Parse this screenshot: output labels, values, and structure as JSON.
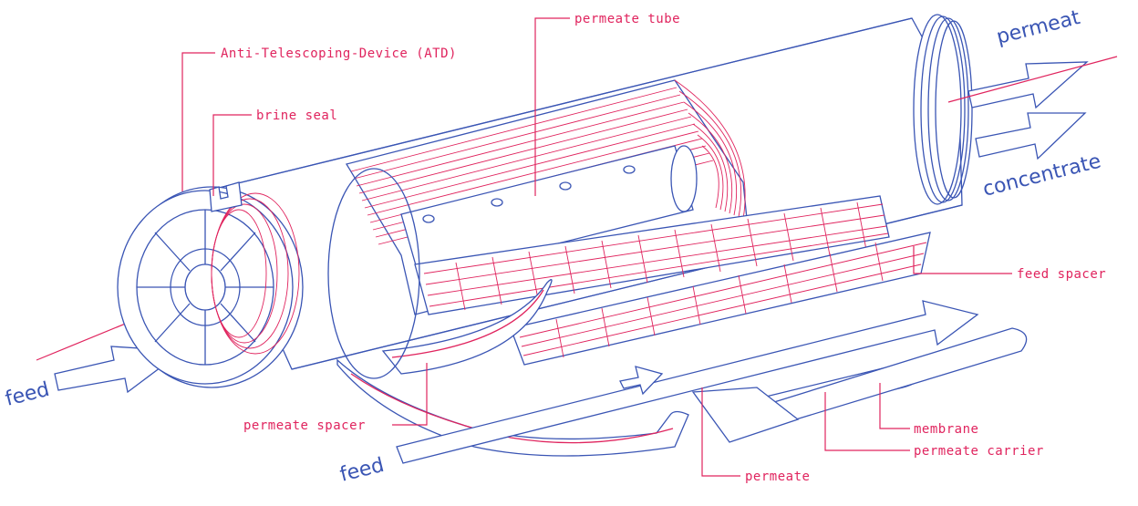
{
  "labels": {
    "atd": "Anti-Telescoping-Device (ATD)",
    "brine_seal": "brine seal",
    "permeate_tube": "permeate tube",
    "feed_spacer": "feed spacer",
    "permeate_spacer": "permeate spacer",
    "membrane": "membrane",
    "permeate_carrier": "permeate carrier",
    "permeate": "permeate",
    "feed_left": "feed",
    "feed_bottom": "feed",
    "permeat_out": "permeat",
    "concentrate": "concentrate"
  },
  "colors": {
    "outline": "#3a55b4",
    "accent": "#e0245e",
    "background": "#ffffff"
  }
}
